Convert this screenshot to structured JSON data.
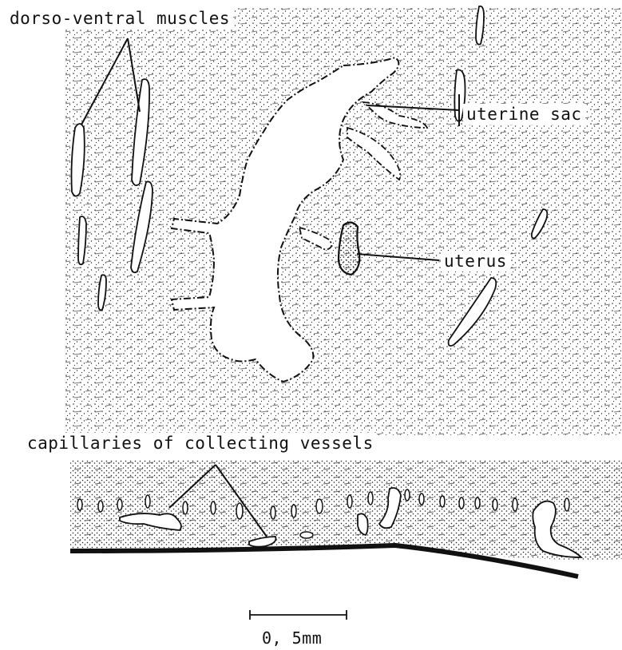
{
  "labels": {
    "dorso_ventral": "dorso-ventral muscles",
    "uterine_sac": "uterine sac",
    "uterus": "uterus",
    "capillaries": "capillaries of collecting vessels",
    "scale": "0, 5mm"
  },
  "colors": {
    "ink": "#111111",
    "paper": "#ffffff"
  }
}
